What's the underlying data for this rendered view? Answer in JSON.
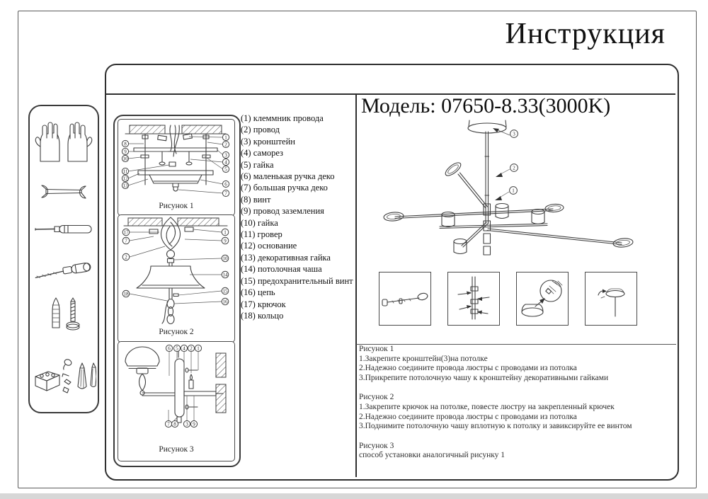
{
  "header": {
    "title": "Инструкция"
  },
  "model": {
    "label": "Модель: 07650-8.33(3000K)"
  },
  "colors": {
    "ink": "#2f2f2f",
    "line": "#4a4a4a",
    "background": "#ffffff"
  },
  "tools": {
    "icons": [
      "gloves",
      "open-end-wrench",
      "flat-screwdriver",
      "awl-screwdriver",
      "wall-anchor-and-screw",
      "terminal-block-and-anchors"
    ]
  },
  "parts": {
    "items": [
      "(1) клеммник провода",
      "(2) провод",
      "(3) кронштейн",
      "(4) саморез",
      "(5) гайка",
      "(6) маленькая ручка деко",
      "(7) большая ручка деко",
      "(8) винт",
      "(9) провод заземления",
      "(10) гайка",
      "(11) гровер",
      "(12) основание",
      "(13) декоративная гайка",
      "(14) потолочная чаша",
      "(15) предохранительный винт",
      "(16) цепь",
      "(17) крючок",
      "(18) кольцо"
    ]
  },
  "figures": {
    "fig1": {
      "caption": "Рисунок 1",
      "left": [
        "8",
        "9",
        "10",
        "11",
        "12",
        "13"
      ],
      "right": [
        "1",
        "2",
        "3",
        "4",
        "5",
        "6",
        "7"
      ]
    },
    "fig2": {
      "caption": "Рисунок 2",
      "left": [
        "17",
        "7",
        "2",
        "18"
      ],
      "right": [
        "1",
        "9",
        "10",
        "14",
        "15",
        "16"
      ]
    },
    "fig3": {
      "caption": "Рисунок 3",
      "top": [
        "6",
        "5",
        "4",
        "2",
        "1"
      ],
      "bottom": [
        "7",
        "8",
        "3",
        "9"
      ]
    }
  },
  "chandelier": {
    "callouts": [
      "3",
      "2",
      "1"
    ],
    "step_icons": [
      "arm-rod",
      "attach-arms-to-pole",
      "shade-screw-detail",
      "top-shade-attach"
    ]
  },
  "instructions": {
    "blocks": [
      {
        "heading": "Рисунок 1",
        "steps": [
          "1.Закрепите кронштейн(3)на потолке",
          "2.Надежно соедините провода люстры с проводами из потолка",
          "3.Прикрепите потолочную чашу к кронштейну декоративными гайками"
        ]
      },
      {
        "heading": "Рисунок 2",
        "steps": [
          "1.Закрепите крючок на потолке, повесте люстру на закрепленный крючек",
          "2.Надежно соедините провода люстры с проводами из потолка",
          "3.Поднимите потолочную чашу вплотную к потолку и завиксируйте ее винтом"
        ]
      },
      {
        "heading": "Рисунок 3",
        "steps": [
          "способ установки аналогичный рисунку 1"
        ]
      }
    ]
  }
}
